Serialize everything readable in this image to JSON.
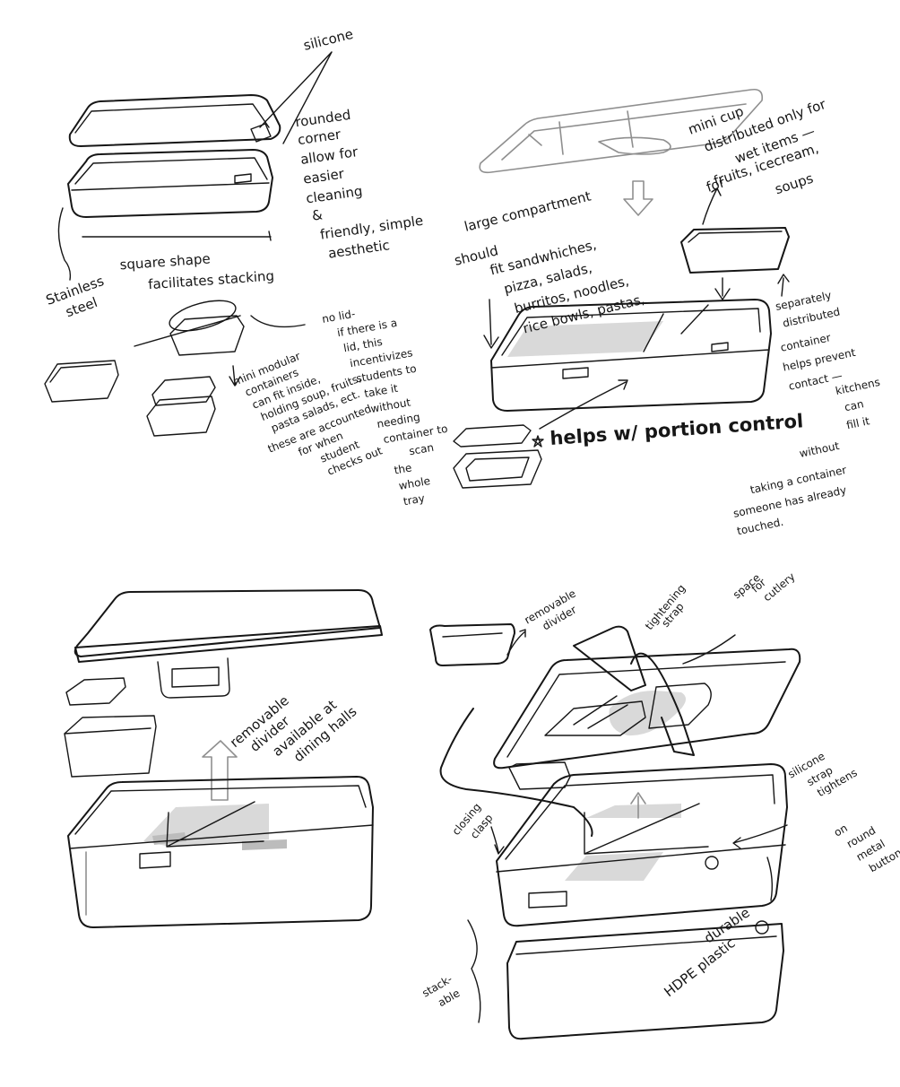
{
  "panel1": {
    "silicone": "silicone",
    "rounded_corner": [
      "rounded",
      "corner",
      "allow for",
      "easier",
      "cleaning",
      "&",
      "friendly, simple",
      "aesthetic"
    ],
    "square_shape": [
      "square shape",
      "facilitates stacking"
    ],
    "stainless_steel": [
      "Stainless",
      "steel"
    ],
    "no_lid": [
      "no lid-",
      "if there is a",
      "lid, this",
      "incentivizes",
      "students to",
      "take it",
      "without",
      "needing",
      "container to",
      "scan",
      "the",
      "whole",
      "tray"
    ],
    "mini_modular": [
      "mini modular",
      "containers",
      "can fit inside,",
      "holding soup, fruits,",
      "pasta salads, ect.",
      "these are accounted",
      "for when",
      "student",
      "checks out"
    ]
  },
  "panel2": {
    "mini_cup": [
      "mini cup",
      "distributed only for",
      "wet items —"
    ],
    "for_fruits": [
      "for",
      "fruits, icecream,",
      "soups"
    ],
    "large_compartment": [
      "large compartment",
      "should",
      "fit sandwhiches,",
      "pizza, salads,",
      "burritos, noodles,",
      "rice bowls, pastas,"
    ],
    "separately": [
      "separately",
      "distributed",
      "container",
      "helps prevent",
      "contact —",
      "kitchens",
      "can",
      "fill it",
      "without",
      "taking a container",
      "someone has already",
      "touched."
    ],
    "portion_control": "helps w/ portion control"
  },
  "panel3": {
    "removable_divider": [
      "removable",
      "divider",
      "available at",
      "dining halls"
    ]
  },
  "panel4": {
    "removable_divider": [
      "removable",
      "divider"
    ],
    "tightening_strap": [
      "tightening",
      "strap"
    ],
    "space_for_cutlery": [
      "space",
      "for",
      "cutlery"
    ],
    "closing_clasp": [
      "closing",
      "clasp"
    ],
    "silicone_strap": [
      "silicone",
      "strap",
      "tightens",
      "on",
      "round",
      "metal",
      "button"
    ],
    "durable": "durable",
    "hdpe": "HDPE plastic",
    "stackable": [
      "stack-",
      "able"
    ]
  }
}
